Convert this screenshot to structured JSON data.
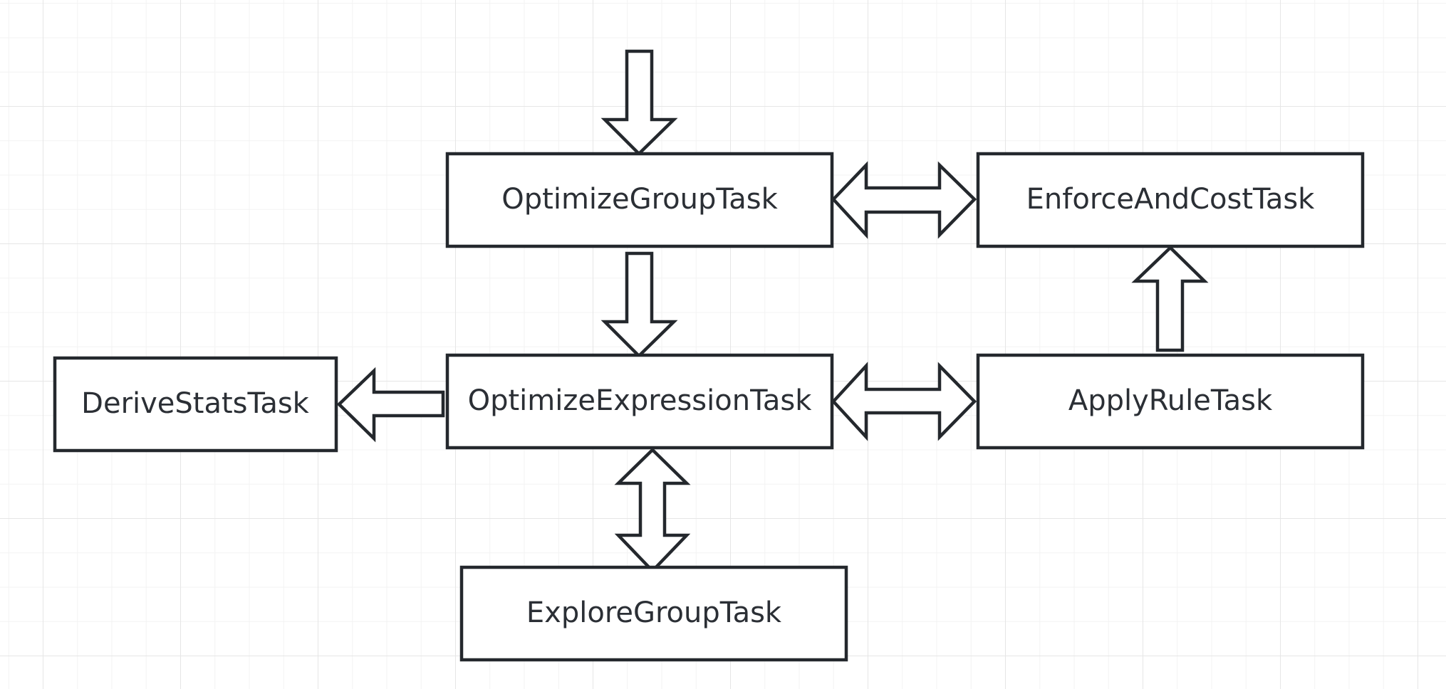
{
  "diagram": {
    "nodes": {
      "optimize_group": "OptimizeGroupTask",
      "enforce_and_cost": "EnforceAndCostTask",
      "optimize_expression": "OptimizeExpressionTask",
      "apply_rule": "ApplyRuleTask",
      "derive_stats": "DeriveStatsTask",
      "explore_group": "ExploreGroupTask"
    }
  }
}
